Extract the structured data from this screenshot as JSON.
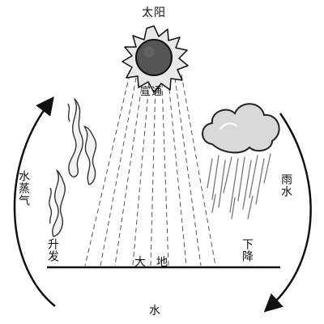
{
  "labels": {
    "sun": "太阳",
    "xuantong": "宣通",
    "water_vapor": "水蒸气",
    "rise": "升发",
    "rain": "雨水",
    "fall": "下降",
    "ground_left": "大",
    "ground_right": "地",
    "water": "水"
  },
  "icons": {
    "sun": "sun-icon",
    "cloud": "cloud-icon",
    "rain": "rain-streaks-icon",
    "vapor": "steam-wisps-icon",
    "left_arrow": "cycle-arrow-up-icon",
    "right_arrow": "cycle-arrow-down-icon"
  },
  "colors": {
    "sun_core": "#555555",
    "sun_rays": "#e6e6e6",
    "cloud": "#d9d9d9",
    "ink": "#111111"
  }
}
